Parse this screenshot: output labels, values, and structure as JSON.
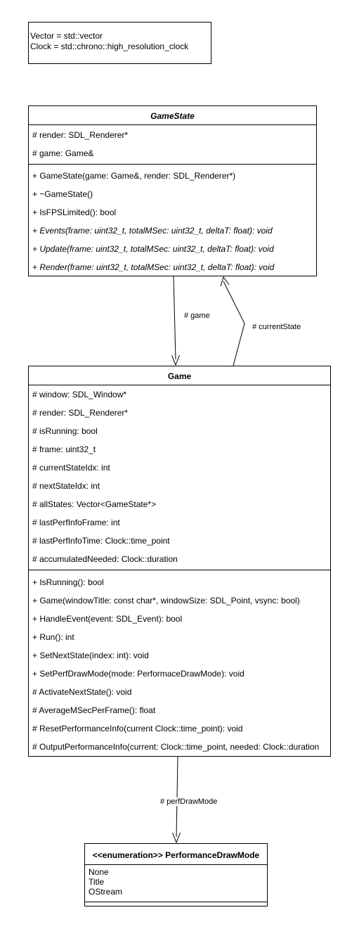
{
  "note": {
    "lines": [
      "Vector = std::vector",
      "Clock = std::chrono::high_resolution_clock"
    ]
  },
  "gamestate": {
    "title": "GameState",
    "attributes": [
      "# render: SDL_Renderer*",
      "# game: Game&"
    ],
    "methods": [
      {
        "text": "+ GameState(game: Game&, render: SDL_Renderer*)",
        "italic": false
      },
      {
        "text": "+ ~GameState()",
        "italic": false
      },
      {
        "text": "+ IsFPSLimited(): bool",
        "italic": false
      },
      {
        "text": "+ Events(frame: uint32_t, totalMSec: uint32_t, deltaT: float): void",
        "italic": true
      },
      {
        "text": "+ Update(frame: uint32_t, totalMSec: uint32_t, deltaT: float): void",
        "italic": true
      },
      {
        "text": "+ Render(frame: uint32_t, totalMSec: uint32_t, deltaT: float): void",
        "italic": true
      }
    ]
  },
  "game": {
    "title": "Game",
    "attributes": [
      "# window: SDL_Window*",
      "# render: SDL_Renderer*",
      "# isRunning: bool",
      "# frame: uint32_t",
      "# currentStateIdx: int",
      "# nextStateIdx: int",
      "# allStates: Vector<GameState*>",
      "# lastPerfInfoFrame: int",
      "# lastPerfInfoTime: Clock::time_point",
      "# accumulatedNeeded: Clock::duration"
    ],
    "methods": [
      "+ IsRunning(): bool",
      "+ Game(windowTitle: const char*, windowSize: SDL_Point, vsync: bool)",
      "+ HandleEvent(event: SDL_Event): bool",
      "+ Run(): int",
      "+ SetNextState(index: int): void",
      "+ SetPerfDrawMode(mode: PerformaceDrawMode): void",
      "# ActivateNextState(): void",
      "# AverageMSecPerFrame(): float",
      "# ResetPerformanceInfo(current Clock::time_point): void",
      "# OutputPerformanceInfo(current: Clock::time_point, needed: Clock::duration"
    ]
  },
  "enum": {
    "title": "<<enumeration>> PerformanceDrawMode",
    "values": [
      "None",
      "Title",
      "OStream"
    ]
  },
  "edges": {
    "game_label": "# game",
    "current_state_label": "# currentState",
    "perf_draw_mode_label": "# perfDrawMode"
  }
}
